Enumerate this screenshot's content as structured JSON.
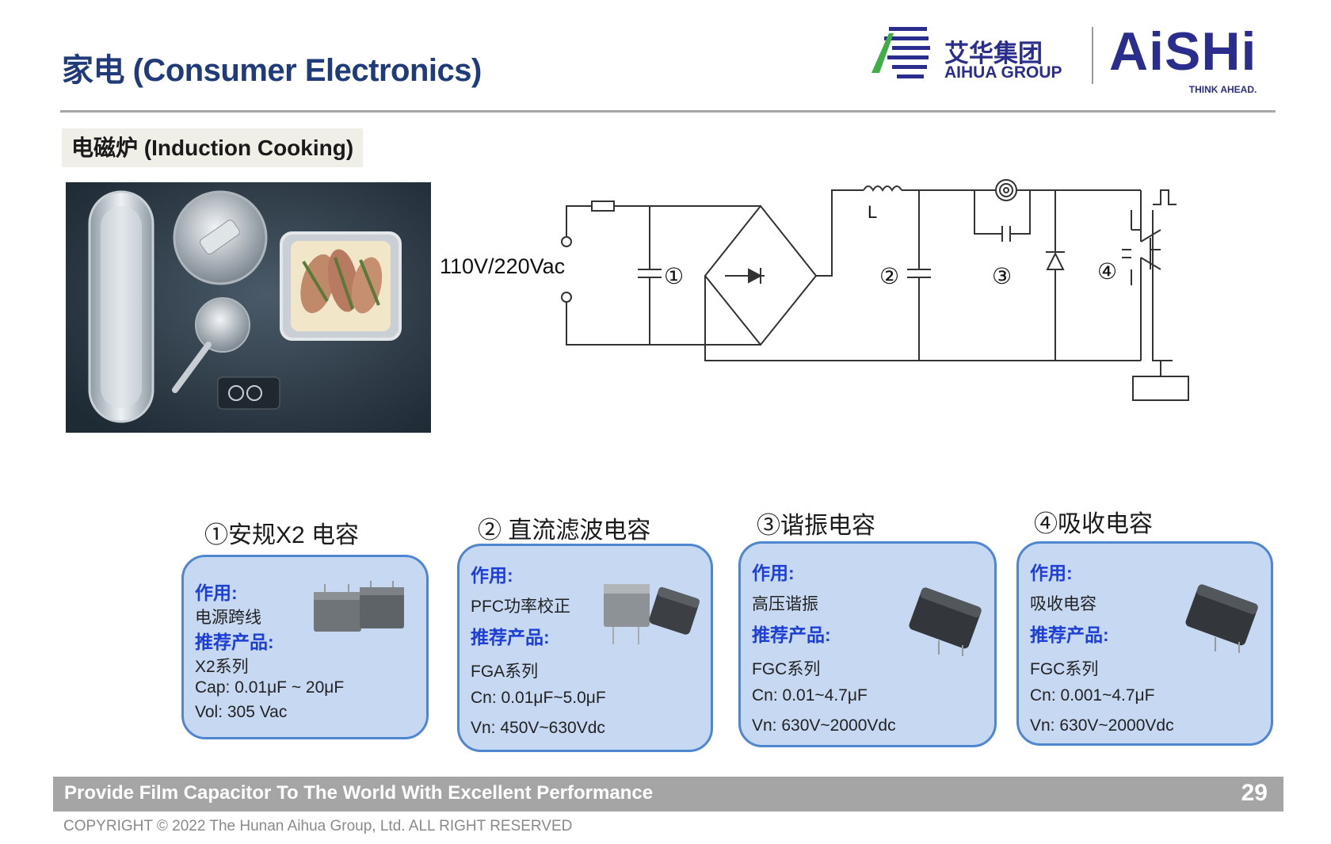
{
  "header": {
    "title": "家电 (Consumer Electronics)",
    "logo_cn": "艾华集团",
    "logo_en": "AIHUA GROUP",
    "brand": "AiSHi",
    "brand_tagline": "THINK AHEAD."
  },
  "section": {
    "label": "电磁炉 (Induction Cooking)"
  },
  "circuit": {
    "voltage_label": "110V/220Vac",
    "inductor_label": "L",
    "markers": [
      "①",
      "②",
      "③",
      "④"
    ]
  },
  "cards": [
    {
      "title": "①安规X2 电容",
      "function_label": "作用:",
      "function_value": "电源跨线",
      "product_label": "推荐产品:",
      "series": "X2系列",
      "spec1": "Cap: 0.01μF ~ 20μF",
      "spec2": "Vol: 305 Vac"
    },
    {
      "title": "② 直流滤波电容",
      "function_label": "作用:",
      "function_value": "PFC功率校正",
      "product_label": "推荐产品:",
      "series": "FGA系列",
      "spec1": "Cn:  0.01μF~5.0μF",
      "spec2": "Vn:  450V~630Vdc"
    },
    {
      "title": "③谐振电容",
      "function_label": "作用:",
      "function_value": "高压谐振",
      "product_label": "推荐产品:",
      "series": "FGC系列",
      "spec1": "Cn:  0.01~4.7μF",
      "spec2": "Vn:  630V~2000Vdc"
    },
    {
      "title": "④吸收电容",
      "function_label": "作用:",
      "function_value": "吸收电容",
      "product_label": "推荐产品:",
      "series": "FGC系列",
      "spec1": "Cn:  0.001~4.7μF",
      "spec2": "Vn:  630V~2000Vdc"
    }
  ],
  "footer": {
    "slogan": "Provide Film Capacitor To The World With Excellent Performance",
    "page_number": "29",
    "copyright": "COPYRIGHT © 2022 The Hunan Aihua Group, Ltd. ALL RIGHT RESERVED"
  },
  "colors": {
    "title": "#1f3b7a",
    "card_fill": "#c6d8f2",
    "card_border": "#4e86cf",
    "label_blue": "#1e3fd6",
    "footer_bar": "#a5a5a5",
    "brand_blue": "#2b2d8c"
  }
}
